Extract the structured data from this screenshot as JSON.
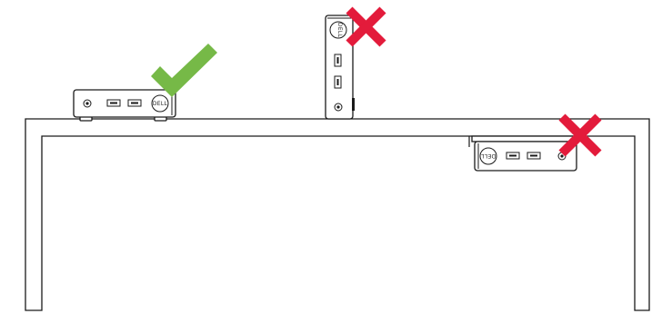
{
  "brand": {
    "logo_text": "DELL"
  },
  "placements": [
    {
      "id": "on-desk-horizontal",
      "verdict": "correct",
      "mark": "check-icon"
    },
    {
      "id": "vertical-standing",
      "verdict": "incorrect",
      "mark": "cross-icon"
    },
    {
      "id": "under-desk-mounted",
      "verdict": "incorrect",
      "mark": "cross-icon"
    }
  ],
  "colors": {
    "correct": "#76b947",
    "incorrect": "#e31b3b",
    "outline": "#1a1a1a",
    "background": "#ffffff"
  }
}
